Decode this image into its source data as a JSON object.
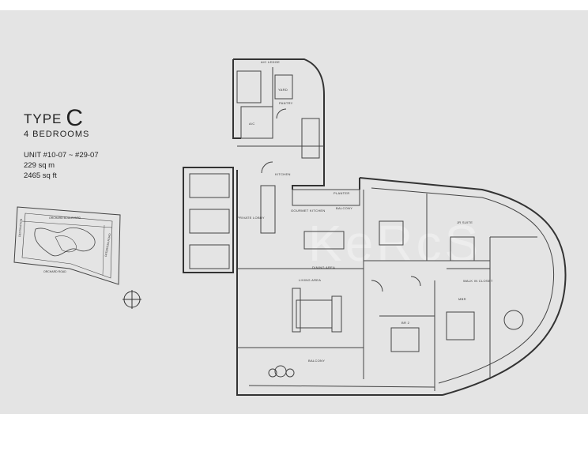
{
  "header": {
    "type_word": "TYPE",
    "type_letter": "C",
    "bedrooms": "4 BEDROOMS",
    "unit_range": "UNIT #10-07 ~ #29-07",
    "area_sqm": "229 sq m",
    "area_sqft": "2465 sq ft"
  },
  "site_plan": {
    "roads": [
      "ORCHARD BOULEVARD",
      "ORCHARD ROAD",
      "PATERSON ROAD",
      "DESTINATION"
    ]
  },
  "rooms": {
    "ac_ledge": "A/C LEDGE",
    "ac": "A/C",
    "yard": "YARD",
    "kitchen": "KITCHEN",
    "planter": "PLANTER",
    "gourmet_kitchen": "GOURMET KITCHEN",
    "balcony_top": "BALCONY",
    "private_lobby": "PRIVATE LOBBY",
    "dining": "DINING AREA",
    "living": "LIVING AREA",
    "balcony_bottom": "BALCONY",
    "jr_suite": "JR SUITE",
    "walk_in_closet": "WALK IN CLOSET",
    "master": "MBR",
    "bedroom": "BR 2",
    "pantry": "PANTRY"
  },
  "watermark": "KeRcS",
  "colors": {
    "paper": "#e4e4e4",
    "ink": "#3a3a3a",
    "page": "#ffffff"
  }
}
